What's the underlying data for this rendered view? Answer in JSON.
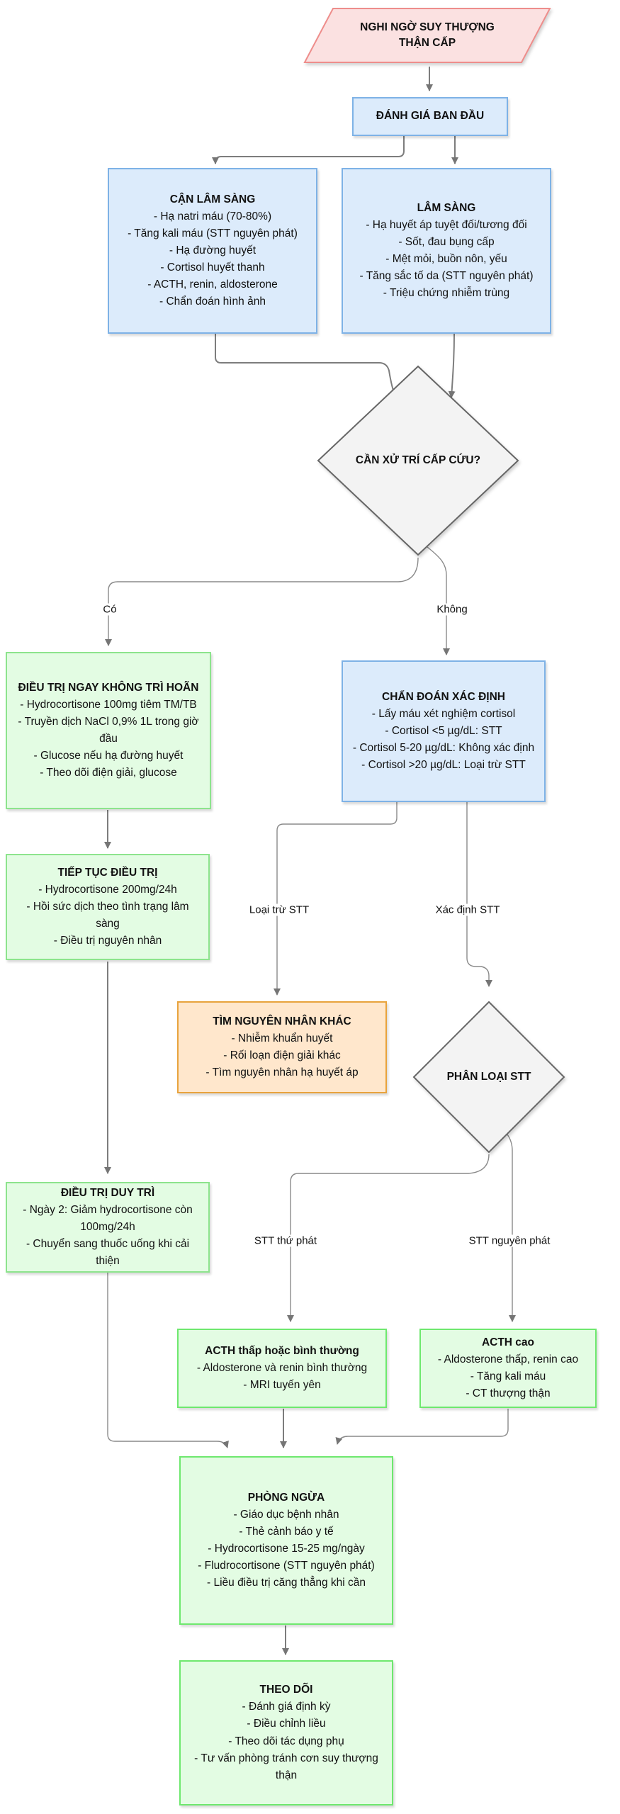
{
  "colors": {
    "pink_fill": "#fbe1e1",
    "pink_stroke": "#ee8d8b",
    "blue_fill": "#dcebfb",
    "blue_stroke": "#7eb2e6",
    "green_fill": "#e3fce3",
    "green_stroke": "#8de48d",
    "bright_green_stroke": "#6ee86e",
    "orange_fill": "#ffe7cc",
    "orange_stroke": "#e8a33d",
    "diamond_fill": "#f3f3f3",
    "diamond_stroke": "#666666",
    "edge": "#757575"
  },
  "nodes": {
    "start": {
      "label": "NGHI NGỜ SUY THƯỢNG THẬN CẤP"
    },
    "danh_gia_ban_dau": {
      "title": "ĐÁNH GIÁ BAN ĐẦU"
    },
    "can_lam_sang": {
      "title": "CẬN LÂM SÀNG",
      "items": [
        "- Hạ natri máu (70-80%)",
        "- Tăng kali máu (STT nguyên phát)",
        "- Hạ đường huyết",
        "- Cortisol huyết thanh",
        "- ACTH, renin, aldosterone",
        "- Chẩn đoán hình ảnh"
      ]
    },
    "lam_sang": {
      "title": "LÂM SÀNG",
      "items": [
        "- Hạ huyết áp tuyệt đối/tương đối",
        "- Sốt, đau bụng cấp",
        "- Mệt mỏi, buồn nôn, yếu",
        "- Tăng sắc tố da (STT nguyên phát)",
        "- Triệu chứng nhiễm trùng"
      ]
    },
    "can_xu_tri": {
      "label": "CẦN XỬ TRÍ CẤP CỨU?"
    },
    "dieu_tri_ngay": {
      "title": "ĐIỀU TRỊ NGAY KHÔNG TRÌ HOÃN",
      "items": [
        "- Hydrocortisone 100mg tiêm TM/TB",
        "- Truyền dịch NaCl 0,9% 1L trong giờ đầu",
        "- Glucose nếu hạ đường huyết",
        "- Theo dõi điện giải, glucose"
      ]
    },
    "chan_doan_xac_dinh": {
      "title": "CHẨN ĐOÁN XÁC ĐỊNH",
      "items": [
        "- Lấy máu xét nghiệm cortisol",
        "- Cortisol <5 µg/dL: STT",
        "- Cortisol 5-20 µg/dL: Không xác định",
        "- Cortisol >20 µg/dL: Loại trừ STT"
      ]
    },
    "tiep_tuc_dieu_tri": {
      "title": "TIẾP TỤC ĐIỀU TRỊ",
      "items": [
        "- Hydrocortisone 200mg/24h",
        "- Hồi sức dịch theo tình trạng lâm sàng",
        "- Điều trị nguyên nhân"
      ]
    },
    "tim_nguyen_nhan_khac": {
      "title": "TÌM NGUYÊN NHÂN KHÁC",
      "items": [
        "- Nhiễm khuẩn huyết",
        "- Rối loạn điện giải khác",
        "- Tìm nguyên nhân hạ huyết áp"
      ]
    },
    "phan_loai_stt": {
      "label": "PHÂN LOẠI STT"
    },
    "dieu_tri_duy_tri": {
      "title": "ĐIỀU TRỊ DUY TRÌ",
      "items": [
        "- Ngày 2: Giảm hydrocortisone còn 100mg/24h",
        "- Chuyển sang thuốc uống khi cải thiện"
      ]
    },
    "acth_thap": {
      "title": "ACTH thấp hoặc bình thường",
      "items": [
        "- Aldosterone và renin bình thường",
        "- MRI tuyến yên"
      ]
    },
    "acth_cao": {
      "title": "ACTH cao",
      "items": [
        "- Aldosterone thấp, renin cao",
        "- Tăng kali máu",
        "- CT thượng thận"
      ]
    },
    "phong_ngua": {
      "title": "PHÒNG NGỪA",
      "items": [
        "- Giáo dục bệnh nhân",
        "- Thẻ cảnh báo y tế",
        "- Hydrocortisone 15-25 mg/ngày",
        "- Fludrocortisone (STT nguyên phát)",
        "- Liều điều trị căng thẳng khi cần"
      ]
    },
    "theo_doi": {
      "title": "THEO DÕI",
      "items": [
        "- Đánh giá định kỳ",
        "- Điều chỉnh liều",
        "- Theo dõi tác dụng phụ",
        "- Tư vấn phòng tránh cơn suy thượng thận"
      ]
    }
  },
  "edge_labels": {
    "co": "Có",
    "khong": "Không",
    "loai_tru_stt": "Loại trừ STT",
    "xac_dinh_stt": "Xác định STT",
    "stt_thu_phat": "STT thứ phát",
    "stt_nguyen_phat": "STT nguyên phát"
  }
}
